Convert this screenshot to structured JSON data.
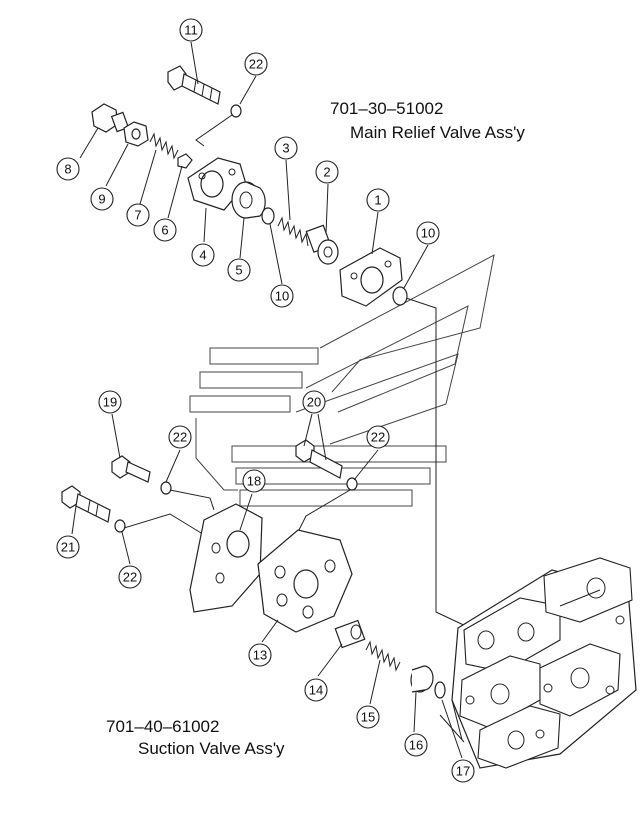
{
  "assemblies": {
    "main_relief": {
      "part_no": "701–30–51002",
      "name": "Main Relief Valve Ass'y"
    },
    "suction": {
      "part_no": "701–40–61002",
      "name": "Suction Valve Ass'y"
    }
  },
  "callouts": {
    "c1": "1",
    "c2": "2",
    "c3": "3",
    "c4": "4",
    "c5": "5",
    "c6": "6",
    "c7": "7",
    "c8": "8",
    "c9": "9",
    "c10a": "10",
    "c10b": "10",
    "c11": "11",
    "c13": "13",
    "c14": "14",
    "c15": "15",
    "c16": "16",
    "c17": "17",
    "c18": "18",
    "c19": "19",
    "c20": "20",
    "c21": "21",
    "c22a": "22",
    "c22b": "22",
    "c22c": "22",
    "c22d": "22"
  }
}
